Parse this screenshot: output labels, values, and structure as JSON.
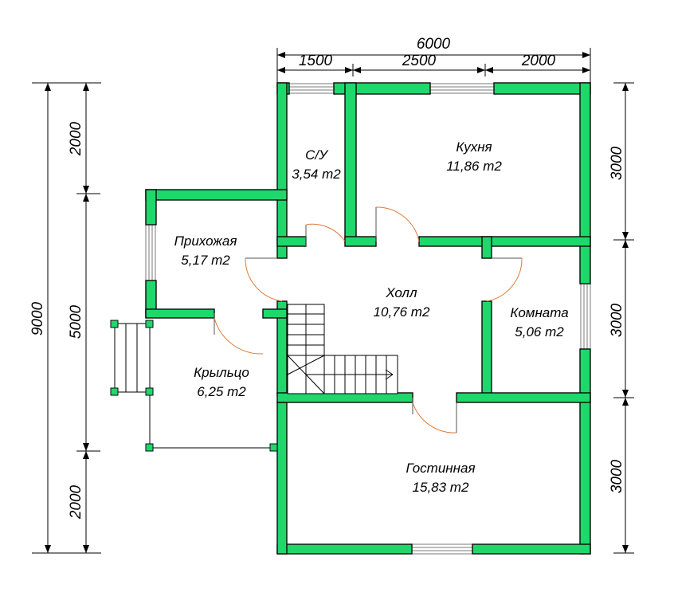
{
  "colors": {
    "wall": "#1fd76b",
    "door_swing": "#e07a3a",
    "ink": "#000000"
  },
  "dimensions": {
    "top_total": "6000",
    "top_1": "1500",
    "top_2": "2500",
    "top_3": "2000",
    "left_total": "9000",
    "left_1": "2000",
    "left_2": "5000",
    "left_3": "2000",
    "right_1": "3000",
    "right_2": "3000",
    "right_3": "3000"
  },
  "rooms": {
    "su": {
      "name": "С/У",
      "area": "3,54 m2"
    },
    "kitchen": {
      "name": "Кухня",
      "area": "11,86 m2"
    },
    "hallway": {
      "name": "Прихожая",
      "area": "5,17 m2"
    },
    "hall": {
      "name": "Холл",
      "area": "10,76 m2"
    },
    "room": {
      "name": "Комната",
      "area": "5,06 m2"
    },
    "porch": {
      "name": "Крыльцо",
      "area": "6,25 m2"
    },
    "living": {
      "name": "Гостинная",
      "area": "15,83 m2"
    }
  }
}
